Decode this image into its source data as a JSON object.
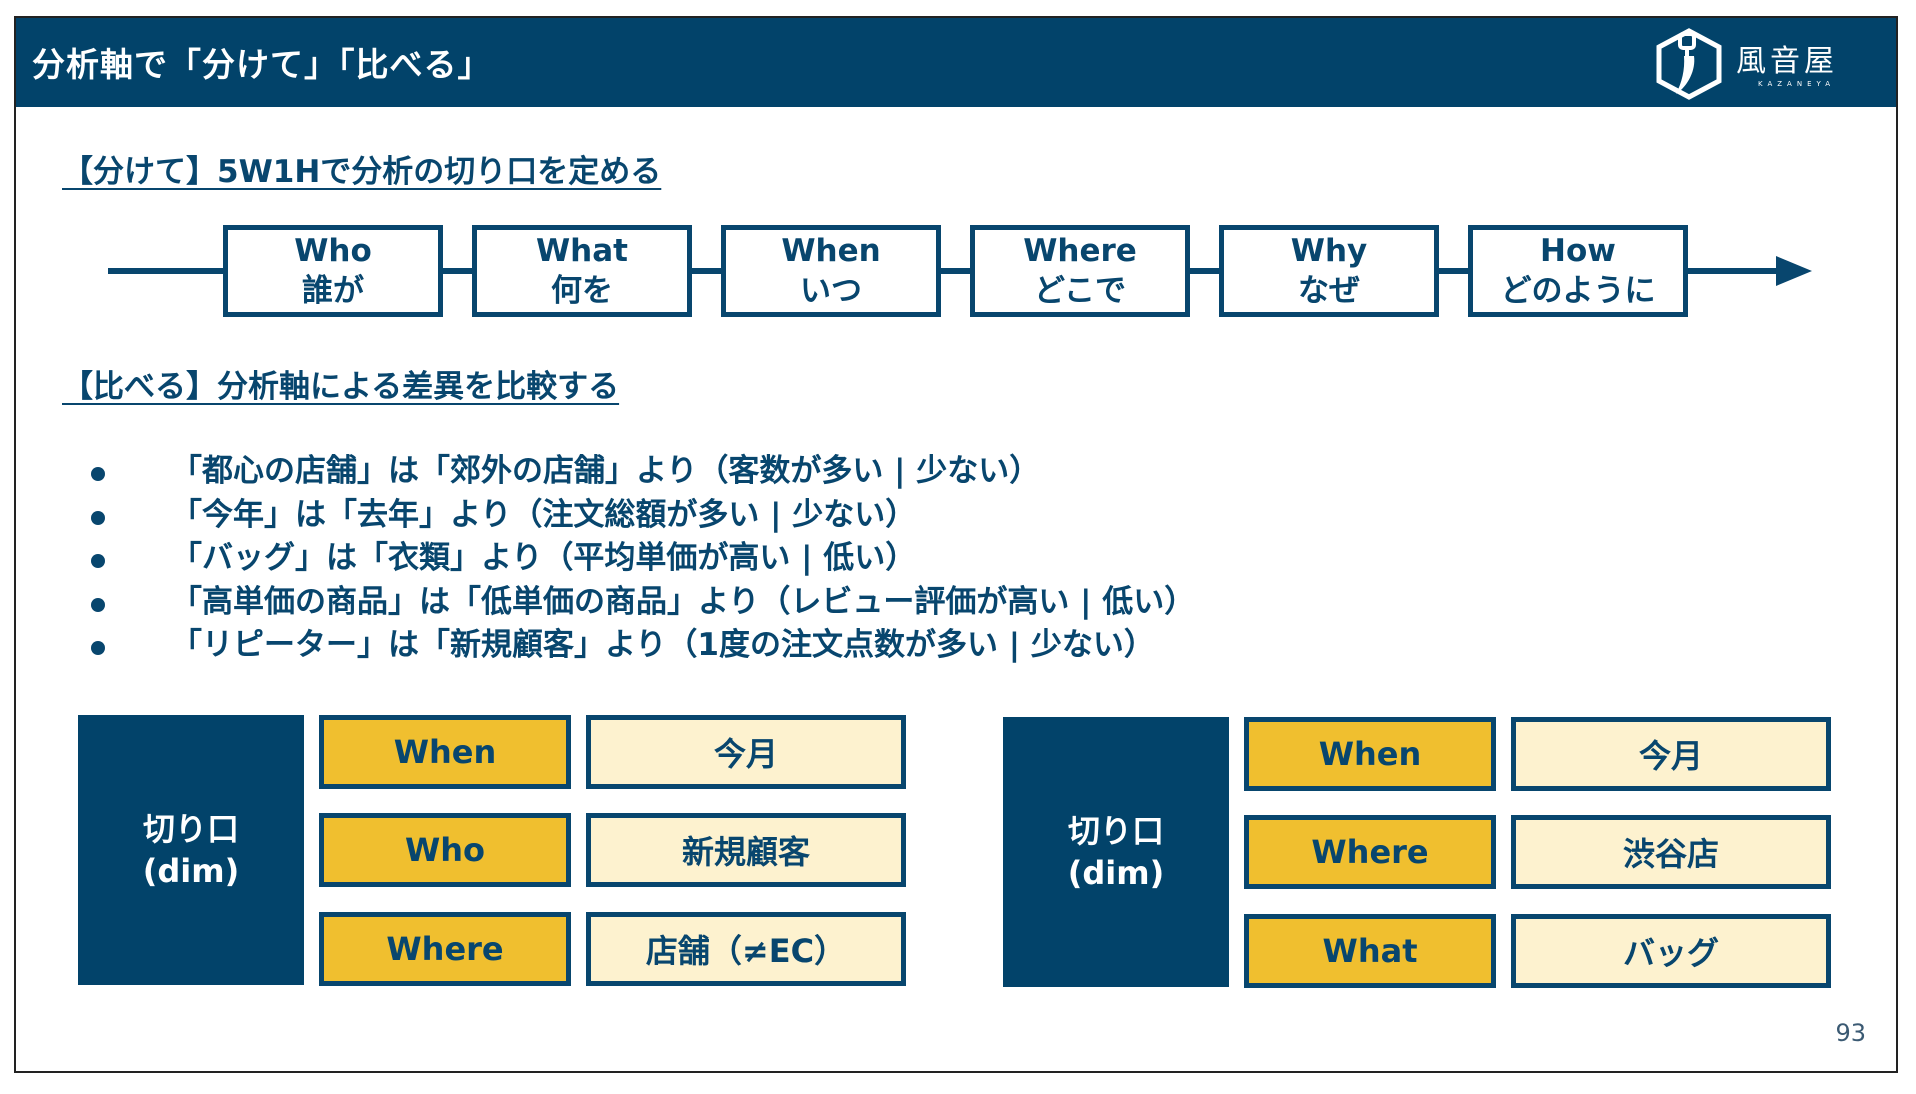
{
  "header": {
    "title": "分析軸で「分けて」「比べる」",
    "logo_name": "風音屋",
    "logo_sub": "KAZANEYA",
    "background_color": "#02436a"
  },
  "section1": {
    "heading": "【分けて】5W1Hで分析の切り口を定める",
    "flow": [
      {
        "en": "Who",
        "ja": "誰が"
      },
      {
        "en": "What",
        "ja": "何を"
      },
      {
        "en": "When",
        "ja": "いつ"
      },
      {
        "en": "Where",
        "ja": "どこで"
      },
      {
        "en": "Why",
        "ja": "なぜ"
      },
      {
        "en": "How",
        "ja": "どのように"
      }
    ]
  },
  "section2": {
    "heading": "【比べる】分析軸による差異を比較する",
    "bullets": [
      "「都心の店舗」は「郊外の店舗」より（客数が多い | 少ない）",
      "「今年」は「去年」より（注文総額が多い | 少ない）",
      "「バッグ」は「衣類」より（平均単価が高い | 低い）",
      "「高単価の商品」は「低単価の商品」より（レビュー評価が高い | 低い）",
      "「リピーター」は「新規顧客」より（1度の注文点数が多い | 少ない）"
    ]
  },
  "tables": [
    {
      "label_line1": "切り口",
      "label_line2": "(dim)",
      "rows": [
        {
          "key": "When",
          "value": "今月"
        },
        {
          "key": "Who",
          "value": "新規顧客"
        },
        {
          "key": "Where",
          "value": "店舗（≠EC）"
        }
      ]
    },
    {
      "label_line1": "切り口",
      "label_line2": "(dim)",
      "rows": [
        {
          "key": "When",
          "value": "今月"
        },
        {
          "key": "Where",
          "value": "渋谷店"
        },
        {
          "key": "What",
          "value": "バッグ"
        }
      ]
    }
  ],
  "colors": {
    "navy": "#02436a",
    "text_navy": "#08466e",
    "key_yellow": "#f0bf2f",
    "value_cream": "#fdf2cf"
  },
  "page_number": "93"
}
